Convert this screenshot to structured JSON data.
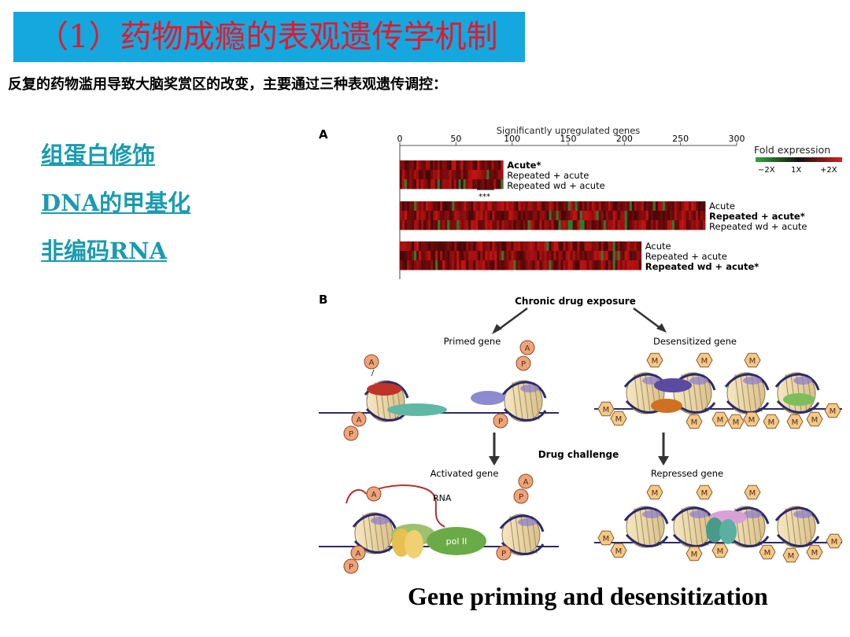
{
  "header": {
    "title": "（1）药物成瘾的表观遗传学机制",
    "subtitle": "反复的药物滥用导致大脑奖赏区的改变，主要通过三种表观遗传调控："
  },
  "links": [
    {
      "label": "组蛋白修饰"
    },
    {
      "label": "DNA的甲基化"
    },
    {
      "label": "非编码RNA"
    }
  ],
  "figure": {
    "panel_a": {
      "letter": "A",
      "axis_title": "Significantly upregulated genes",
      "ticks": [
        "0",
        "50",
        "100",
        "150",
        "200",
        "250",
        "300"
      ],
      "legend_title": "Fold expression",
      "legend_labels": [
        "−2X",
        "1X",
        "+2X"
      ],
      "rows": [
        {
          "labels": [
            "Acute*",
            "Repeated + acute",
            "Repeated wd + acute"
          ],
          "bold": 0,
          "width": 92
        },
        {
          "labels": [
            "Acute",
            "Repeated + acute*",
            "Repeated wd + acute"
          ],
          "bold": 1,
          "width": 272
        },
        {
          "labels": [
            "Acute",
            "Repeated + acute",
            "Repeated wd + acute*"
          ],
          "bold": 2,
          "width": 215
        }
      ],
      "stars": "***"
    },
    "panel_b": {
      "letter": "B",
      "top": "Chronic drug exposure",
      "primed": "Primed gene",
      "desensitized": "Desensitized gene",
      "challenge": "Drug challenge",
      "activated": "Activated gene",
      "repressed": "Repressed gene",
      "rna": "RNA",
      "pol": "pol II",
      "marks": {
        "a": "A",
        "p": "P",
        "m": "M"
      }
    }
  },
  "caption": "Gene priming and desensitization",
  "colors": {
    "title_bg": "#14a8df",
    "title_text": "#e8172a",
    "link": "#1a9bb0"
  }
}
